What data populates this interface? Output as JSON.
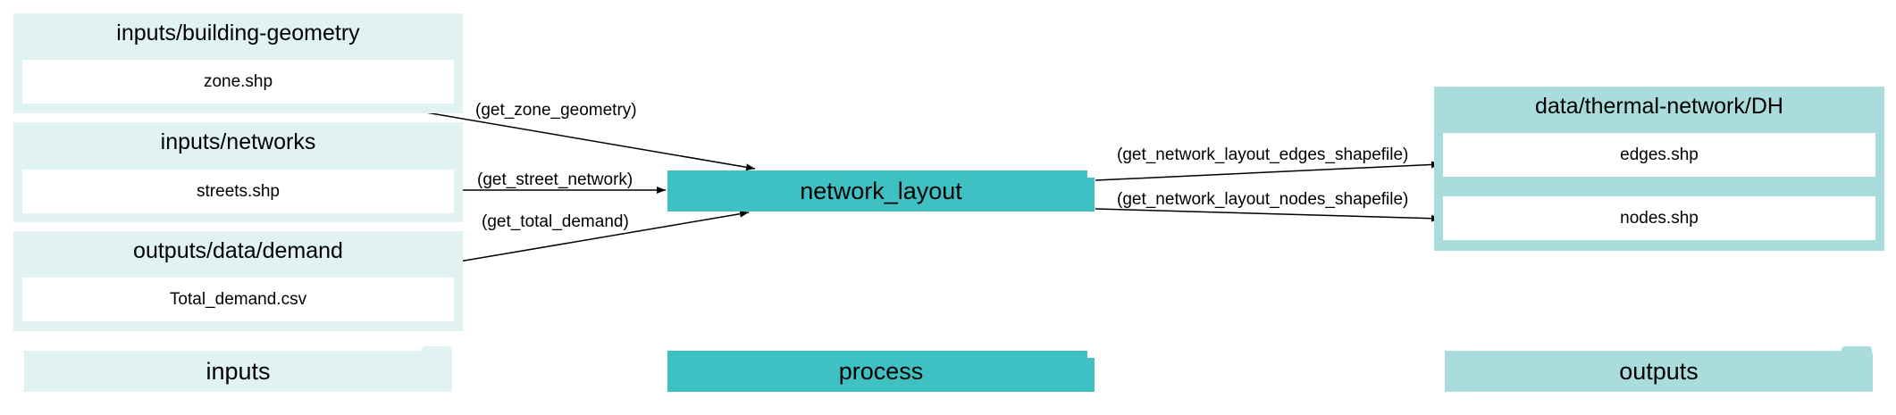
{
  "colors": {
    "inputs": "#e1f2f2",
    "process": "#3fc0c2",
    "outputs": "#aadcdd",
    "edge": "#000000",
    "file_bg": "#ffffff"
  },
  "clusters": {
    "building_geometry": {
      "title": "inputs/building-geometry",
      "file": "zone.shp"
    },
    "networks": {
      "title": "inputs/networks",
      "file": "streets.shp"
    },
    "demand": {
      "title": "outputs/data/demand",
      "file": "Total_demand.csv"
    },
    "thermal_network": {
      "title": "data/thermal-network/DH",
      "files": [
        "edges.shp",
        "nodes.shp"
      ]
    }
  },
  "process": {
    "label": "network_layout"
  },
  "edges": {
    "zone_geometry": "(get_zone_geometry)",
    "street_network": "(get_street_network)",
    "total_demand": "(get_total_demand)",
    "edges_shapefile": "(get_network_layout_edges_shapefile)",
    "nodes_shapefile": "(get_network_layout_nodes_shapefile)"
  },
  "legend": {
    "inputs": "inputs",
    "process": "process",
    "outputs": "outputs"
  }
}
